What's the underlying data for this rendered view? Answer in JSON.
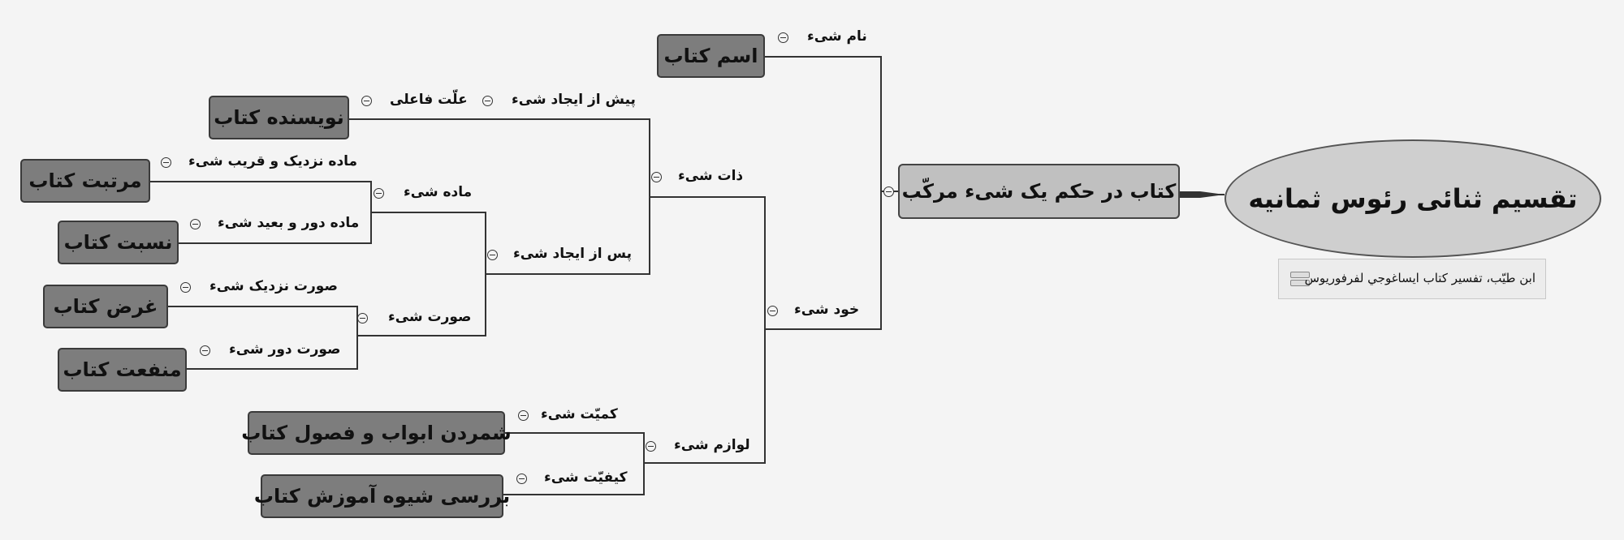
{
  "root": {
    "label": "تقسیم ثنائی رئوس ثمانیه"
  },
  "main": {
    "label": "کتاب در حکم یک شیء مرکّب"
  },
  "note": {
    "text": "ابن طیّب، تفسیر کتاب ایساغوجي لفرفوریوس",
    "icon": "notes-icon"
  },
  "branches": {
    "name_of_thing": "نام شیء",
    "essence": "ذات شیء",
    "itself": "خود شیء",
    "before_creation": "پیش از ایجاد شیء",
    "efficient_cause": "علّت فاعلی",
    "after_creation": "پس از ایجاد شیء",
    "matter": "ماده شیء",
    "near_matter": "ماده نزدیک و قریب شیء",
    "far_matter": "ماده دور و بعید شیء",
    "form": "صورت شیء",
    "near_form": "صورت نزدیک شیء",
    "far_form": "صورت دور شیء",
    "accessories": "لوازم شیء",
    "quantity": "کمیّت شیء",
    "quality": "کیفیّت شیء"
  },
  "leaves": {
    "book_name": "اسم کتاب",
    "author": "نویسنده کتاب",
    "rank": "مرتبت کتاب",
    "attribution": "نسبت کتاب",
    "purpose": "غرض کتاب",
    "benefit": "منفعت کتاب",
    "chapters": "شمردن ابواب و فصول کتاب",
    "teaching": "بررسی شیوه آموزش کتاب"
  }
}
